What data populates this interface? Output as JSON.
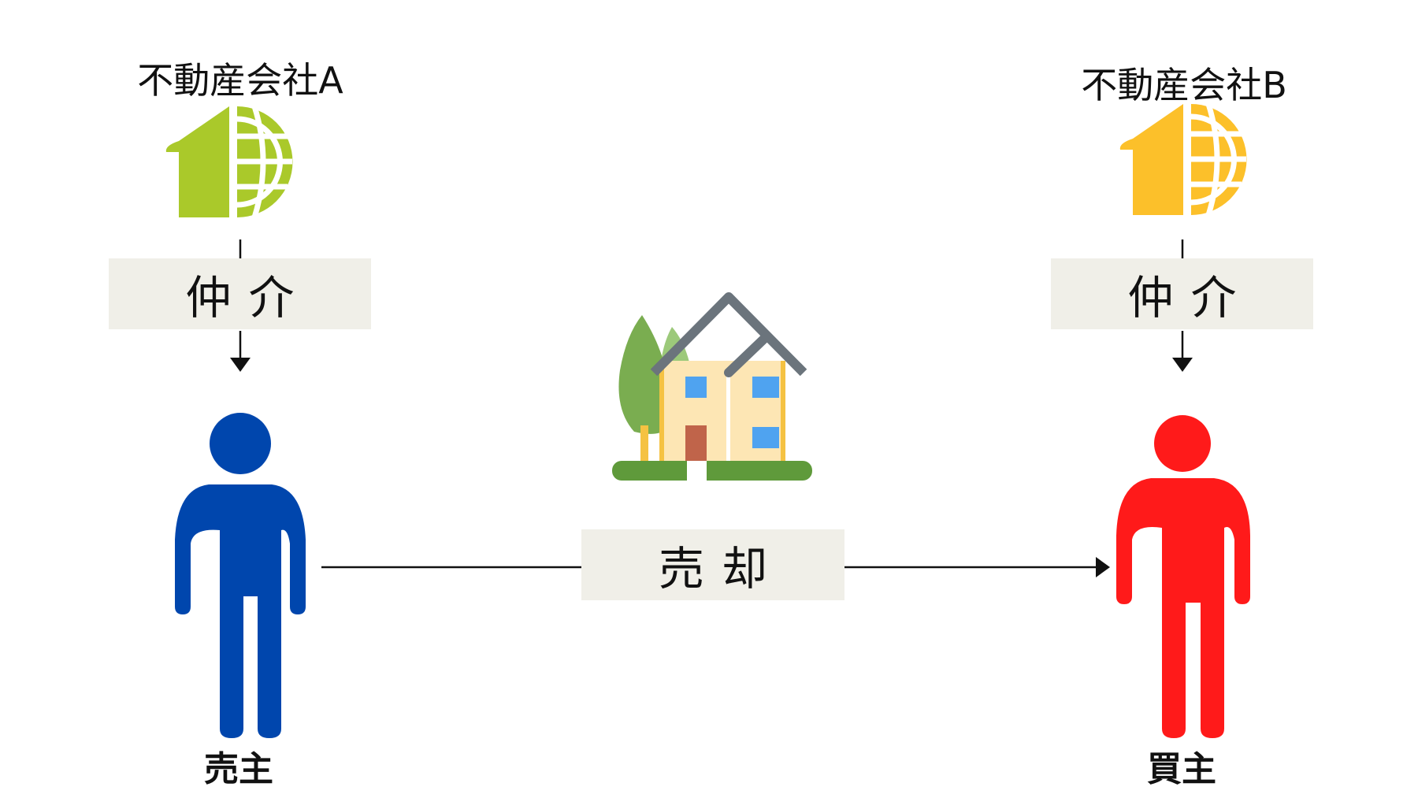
{
  "companies": [
    {
      "name": "不動産会社A",
      "color": "#aac92a"
    },
    {
      "name": "不動産会社B",
      "color": "#fcc02a"
    }
  ],
  "mediation_label": "仲介",
  "sale_label": "売却",
  "seller": {
    "label": "売主",
    "color": "#0046ad"
  },
  "buyer": {
    "label": "買主",
    "color": "#ff1a1a"
  }
}
